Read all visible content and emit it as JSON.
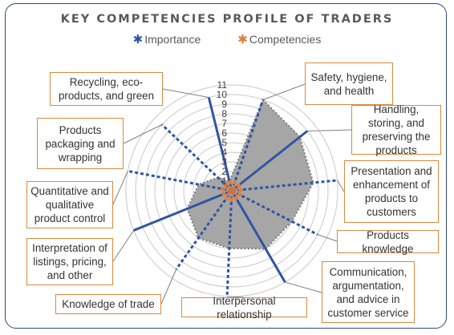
{
  "chart_data": {
    "type": "radar",
    "title": "KEY COMPETENCIES PROFILE OF TRADERS",
    "legend": [
      {
        "name": "Importance",
        "color": "#2f55a4"
      },
      {
        "name": "Competencies",
        "color": "#e07b39"
      }
    ],
    "legend_position": "top",
    "rmax": 11,
    "ticks": [
      "1",
      "2",
      "3",
      "4",
      "5",
      "6",
      "7",
      "8",
      "9",
      "10",
      "11"
    ],
    "categories": [
      "Safety, hygiene, and health",
      "Handling, storing, and preserving the products",
      "Presentation and enhancement of products to customers",
      "Products knowledge",
      "Communication, argumentation, and advice in customer service",
      "Interpersonal relationship",
      "Knowledge of trade",
      "Interpretation of listings, pricing, and other",
      "Quantitative and qualitative product control",
      "Products packaging and wrapping",
      "Recycling, eco-products, and green"
    ],
    "series": [
      {
        "name": "Importance",
        "values": [
          10,
          10,
          11,
          10,
          11,
          11,
          10,
          11,
          11,
          10,
          10
        ]
      },
      {
        "name": "Competencies",
        "values": [
          10,
          9,
          8.5,
          7,
          7,
          6,
          6,
          5,
          3.5,
          2,
          1
        ]
      }
    ]
  },
  "labels": {
    "safety": "Safety, hygiene, and health",
    "handling": "Handling, storing, and preserving the products",
    "presentation": "Presentation and enhancement of products to customers",
    "knowledge": "Products knowledge",
    "communication": "Communication, argumentation, and advice in customer service",
    "interpersonal": "Interpersonal relationship",
    "trade": "Knowledge of trade",
    "interpretation": "Interpretation of listings, pricing, and other",
    "quantitative": "Quantitative and qualitative product control",
    "packaging": "Products packaging and wrapping",
    "recycling": "Recycling, eco-products, and green"
  }
}
